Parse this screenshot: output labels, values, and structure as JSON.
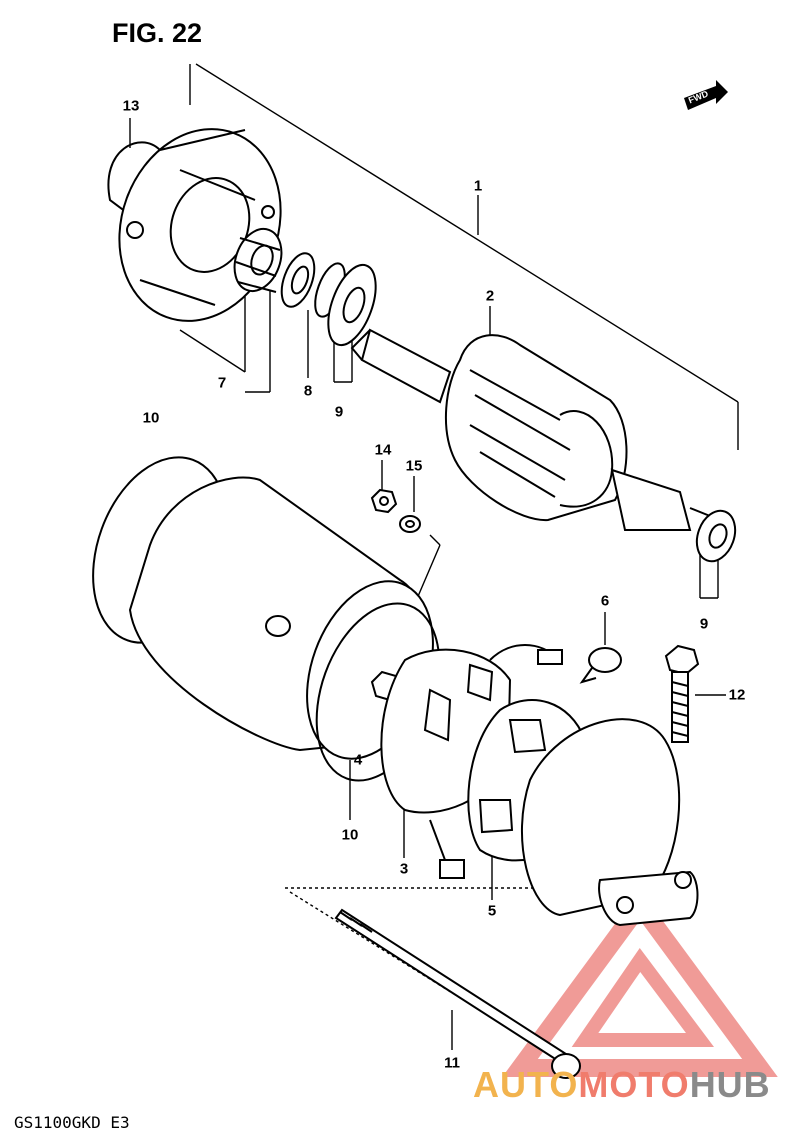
{
  "figure": {
    "title": "FIG. 22",
    "model_code": "GS1100GKD E3",
    "direction_label": "FWD"
  },
  "callouts": {
    "c1": "1",
    "c2": "2",
    "c3": "3",
    "c4": "4",
    "c5": "5",
    "c6": "6",
    "c7": "7",
    "c8": "8",
    "c9a": "9",
    "c9b": "9",
    "c10a": "10",
    "c10b": "10",
    "c11": "11",
    "c12": "12",
    "c13": "13",
    "c14": "14",
    "c15": "15"
  },
  "watermark": {
    "part1": "AUTO",
    "part2": "MOTO",
    "part3": "HUB",
    "color_auto": "#f2b34e",
    "color_moto": "#f07c6c",
    "color_hub": "#8a8a8a",
    "triangle_color": "#ee8a86"
  }
}
